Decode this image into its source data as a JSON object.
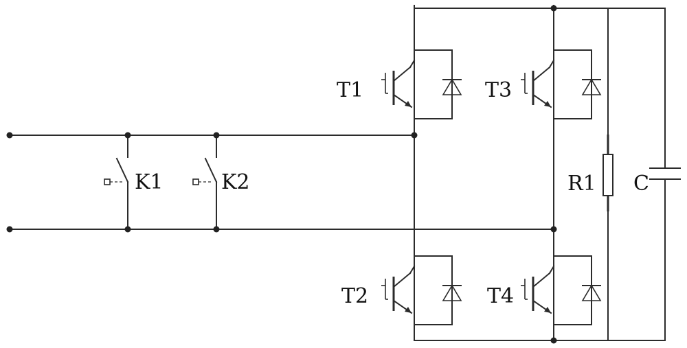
{
  "labels": {
    "t1": "T1",
    "t2": "T2",
    "t3": "T3",
    "t4": "T4",
    "k1": "K1",
    "k2": "K2",
    "r1": "R1",
    "c": "C"
  },
  "colors": {
    "wire": "#2b2b2b",
    "background": "#ffffff"
  }
}
